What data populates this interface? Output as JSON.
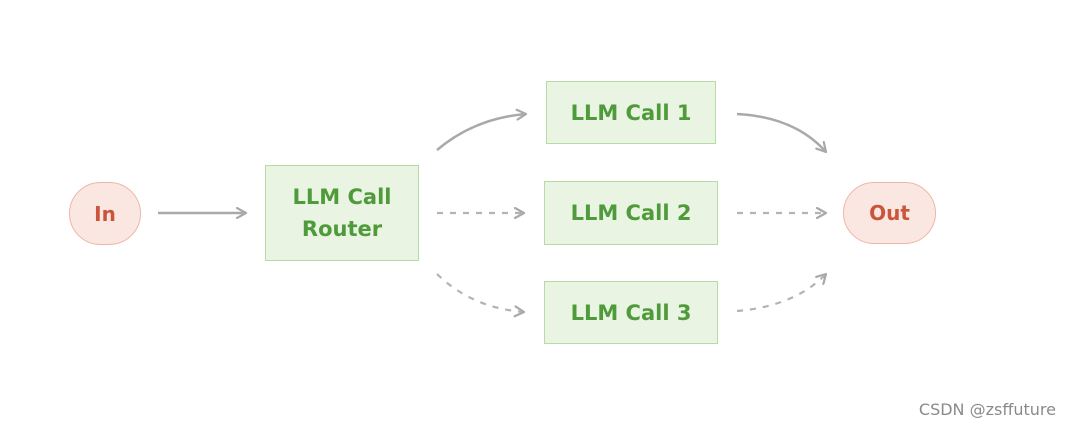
{
  "nodes": {
    "in": "In",
    "out": "Out",
    "router_line1": "LLM Call",
    "router_line2": "Router",
    "call1": "LLM Call 1",
    "call2": "LLM Call 2",
    "call3": "LLM Call 3"
  },
  "watermark": "CSDN @zsffuture",
  "colors": {
    "terminal_fill": "#fbe7e1",
    "terminal_border": "#eeb5a6",
    "terminal_text": "#c9553c",
    "llm_fill": "#e9f4e3",
    "llm_border": "#b6dca6",
    "llm_text": "#4f9a3a",
    "arrow": "#a9a9a9"
  }
}
